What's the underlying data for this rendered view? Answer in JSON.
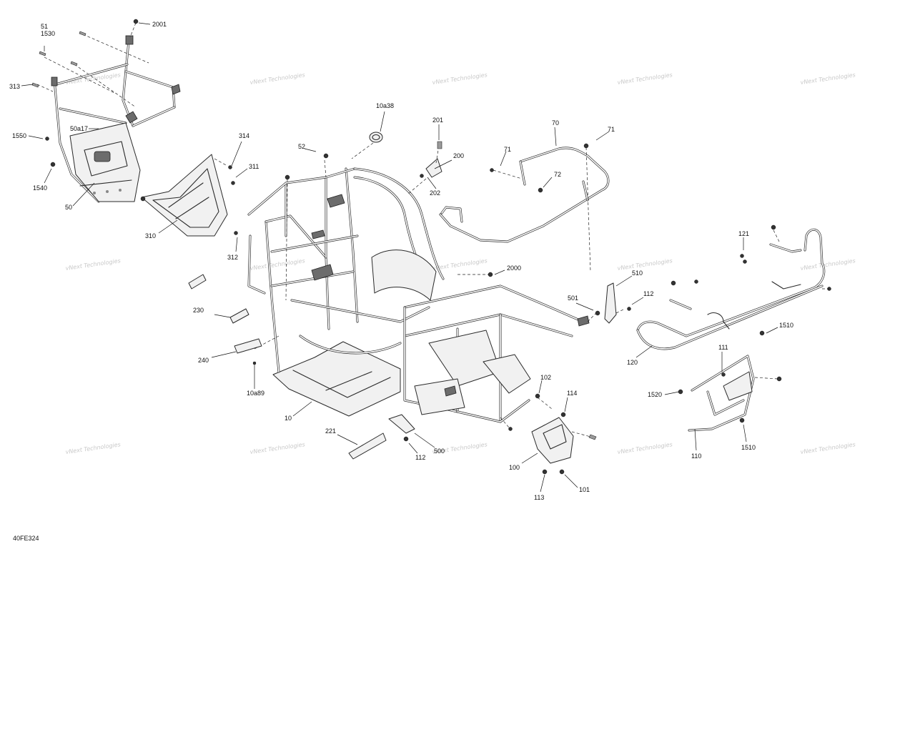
{
  "figure_code": "40FE324",
  "watermark_text": "vNext Technologies",
  "callouts": {
    "c51": "51",
    "c1530": "1530",
    "c2001": "2001",
    "c313": "313",
    "c50a17": "50a17",
    "c1550": "1550",
    "c1540": "1540",
    "c50": "50",
    "c314": "314",
    "c311": "311",
    "c310": "310",
    "c312": "312",
    "c52": "52",
    "c10a38": "10a38",
    "c201": "201",
    "c200": "200",
    "c202": "202",
    "c70": "70",
    "c71a": "71",
    "c71b": "71",
    "c72": "72",
    "c2000": "2000",
    "c121": "121",
    "c510": "510",
    "c501": "501",
    "c112a": "112",
    "c1510a": "1510",
    "c120": "120",
    "c230": "230",
    "c240": "240",
    "c10a89": "10a89",
    "c10": "10",
    "c111": "111",
    "c1520": "1520",
    "c102": "102",
    "c114": "114",
    "c1510b": "1510",
    "c110": "110",
    "c221": "221",
    "c500": "500",
    "c112b": "112",
    "c100": "100",
    "c101": "101",
    "c113": "113"
  },
  "colors": {
    "line": "#2a2a2a",
    "watermark": "#c9c9c9",
    "background": "#ffffff"
  }
}
